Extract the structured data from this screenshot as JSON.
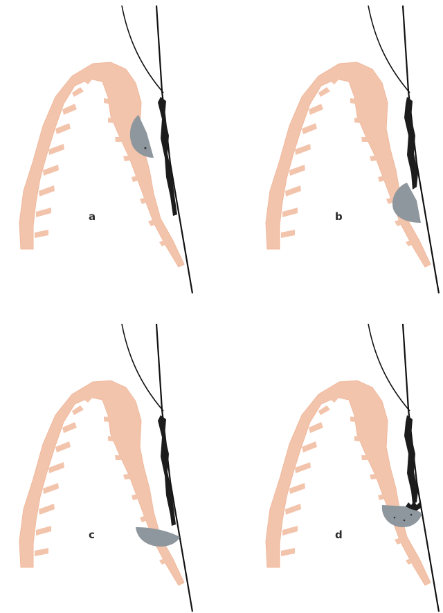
{
  "panels": [
    {
      "id": "a",
      "label": "a",
      "deposit_position": "upper"
    },
    {
      "id": "b",
      "label": "b",
      "deposit_position": "lower"
    },
    {
      "id": "c",
      "label": "c",
      "deposit_position": "bottom"
    },
    {
      "id": "d",
      "label": "d",
      "deposit_position": "middle-with-calculus"
    }
  ],
  "colors": {
    "gingiva": "#f3c4ac",
    "deposit": "#8e979e",
    "calculus": "#1c1c1c",
    "tooth_outline": "#111111",
    "background": "#ffffff"
  }
}
